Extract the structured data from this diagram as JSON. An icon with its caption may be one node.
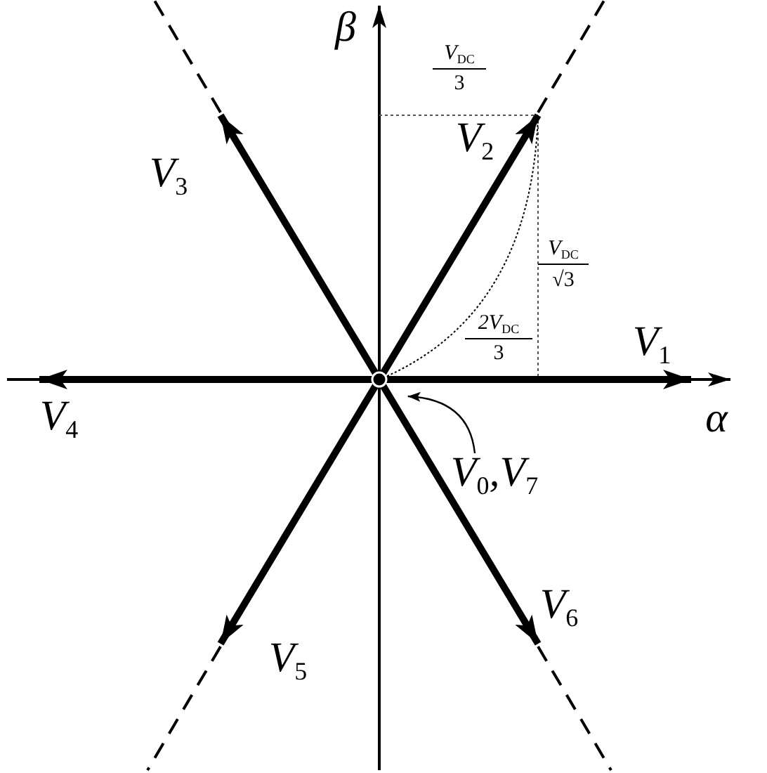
{
  "diagram": {
    "nodes": [
      {
        "text": [
          "V$_{0}$,V$_{7}$"
        ]
      },
      {
        "text": [],
        "shape": "dot"
      }
    ],
    "edges": [
      {
        "from": 0,
        "to": 1,
        "arrow": "to"
      }
    ],
    "labels": [
      "β",
      "V$_{DC}$",
      "3",
      "V$_{2}$",
      "V$_{3}$",
      "V$_{DC}$",
      "√3",
      "2V$_{DC}$",
      "3",
      "V$_{1}$",
      "V$_{4}$",
      "α",
      "V$_{5}$",
      "V$_{6}$"
    ]
  }
}
